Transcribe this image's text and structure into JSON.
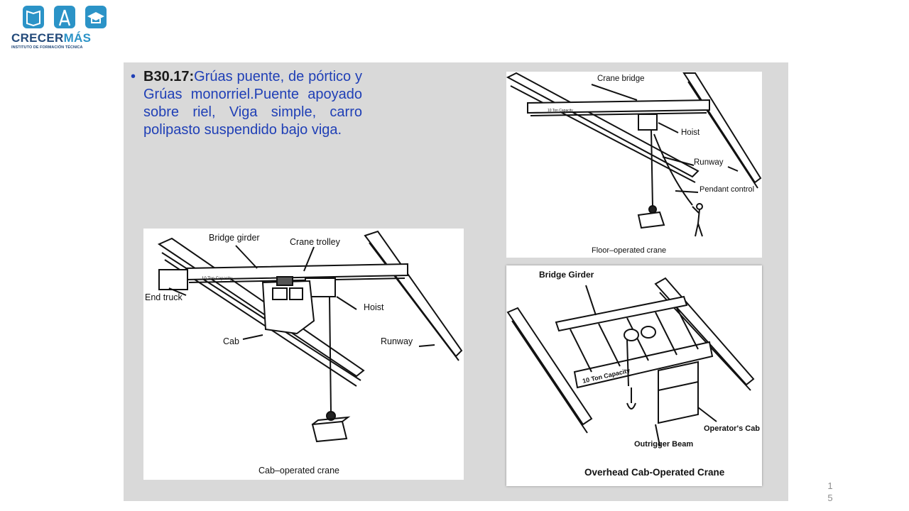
{
  "logo": {
    "name_main": "CRECER",
    "name_accent": "MÁS",
    "subtitle": "INSTITUTO DE FORMACIÓN TÉCNICA"
  },
  "slide": {
    "bullet_code": "B30.17:",
    "bullet_text": "Grúas puente, de pórtico y Grúas monorriel.Puente apoyado sobre riel, Viga simple, carro polipasto suspendido bajo viga."
  },
  "figure_cab": {
    "bridge_girder": "Bridge girder",
    "crane_trolley": "Crane trolley",
    "end_truck": "End truck",
    "hoist": "Hoist",
    "cab": "Cab",
    "runway": "Runway",
    "capacity": "10 Ton Capacity",
    "caption": "Cab–operated crane"
  },
  "figure_floor": {
    "crane_bridge": "Crane bridge",
    "hoist": "Hoist",
    "runway": "Runway",
    "pendant_control": "Pendant control",
    "capacity": "10 Ton Capacity",
    "caption": "Floor–operated crane"
  },
  "figure_overhead": {
    "bridge_girder": "Bridge Girder",
    "capacity": "10 Ton Capacity",
    "operators_cab": "Operator's Cab",
    "outrigger_beam": "Outrigger Beam",
    "caption": "Overhead Cab-Operated Crane"
  },
  "page_number": {
    "digit1": "1",
    "digit2": "5"
  },
  "colors": {
    "text_blue": "#1f3fb6",
    "panel_gray": "#d9d9d9",
    "logo_dark": "#234a7a",
    "logo_light": "#2b93c7"
  }
}
